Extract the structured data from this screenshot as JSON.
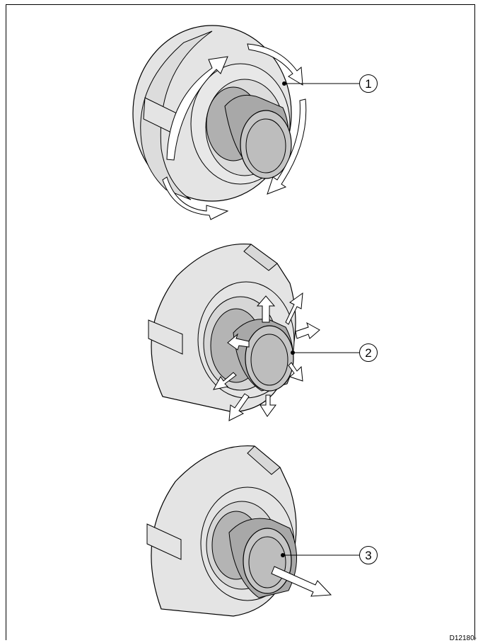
{
  "figure": {
    "code": "D12180-",
    "callouts": [
      {
        "number": "1",
        "meaning": "rotary-ring"
      },
      {
        "number": "2",
        "meaning": "joystick-knob"
      },
      {
        "number": "3",
        "meaning": "pull-knob"
      }
    ]
  },
  "colors": {
    "body_light": "#e4e4e4",
    "ring_mid": "#d0d0d0",
    "knob_dark": "#a8a8a8",
    "knob_face": "#bdbdbd",
    "outline": "#000000",
    "arrow_fill": "#ffffff"
  }
}
